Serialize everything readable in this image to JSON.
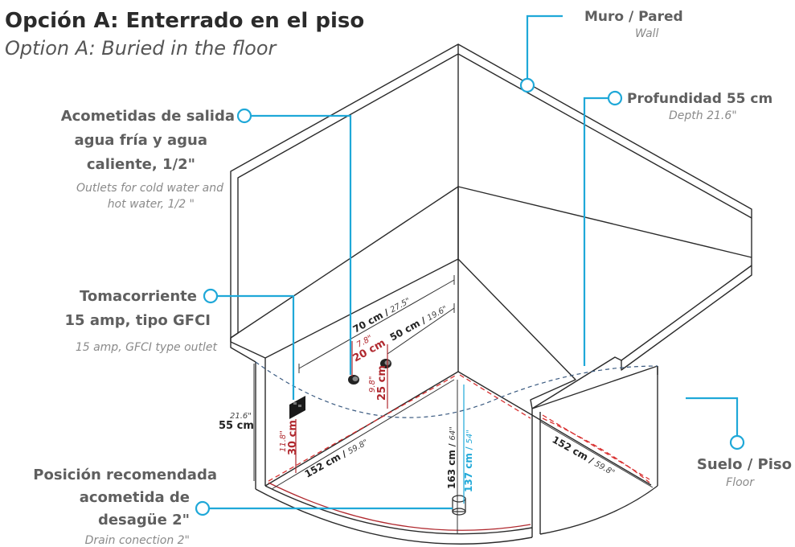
{
  "title": {
    "main": "Opción A: Enterrado en el piso",
    "sub": "Option A: Buried in the floor"
  },
  "callouts": {
    "wall": {
      "es": "Muro / Pared",
      "en": "Wall"
    },
    "depth": {
      "es": "Profundidad 55 cm",
      "en": "Depth 21.6\""
    },
    "outlets": {
      "es": [
        "Acometidas de salida",
        "agua fría y agua",
        "caliente, 1/2\""
      ],
      "en": [
        "Outlets for cold water and",
        "hot water, 1/2 \""
      ]
    },
    "gfci": {
      "es": [
        "Tomacorriente",
        "15 amp, tipo GFCI"
      ],
      "en": "15 amp, GFCI type outlet"
    },
    "floor": {
      "es": "Suelo / Piso",
      "en": "Floor"
    },
    "drain": {
      "es": [
        "Posición recomendada",
        "acometida de",
        "desagüe 2\""
      ],
      "en": "Drain conection 2\""
    }
  },
  "dimensions": {
    "d70": {
      "cm": "70 cm",
      "sep": " / ",
      "in": "27.5\""
    },
    "d50": {
      "cm": "50 cm",
      "sep": " / ",
      "in": "19.6\""
    },
    "d20": {
      "in": "7.8\"",
      "cm": "20 cm"
    },
    "d25": {
      "in": "9.8\"",
      "cm": "25 cm"
    },
    "d30": {
      "in": "11.8\"",
      "cm": "30 cm"
    },
    "d55": {
      "in": "21.6\"",
      "cm": "55 cm"
    },
    "d152_left": {
      "cm": "152 cm",
      "sep": " / ",
      "in": "59.8\""
    },
    "d152_right": {
      "cm": "152 cm",
      "sep": " / ",
      "in": "59.8\""
    },
    "d163": {
      "cm": "163 cm",
      "sep": " / ",
      "in": "64\""
    },
    "d137": {
      "cm": "137 cm",
      "sep": " / ",
      "in": "54\""
    }
  },
  "colors": {
    "callout": "#1fa8d8",
    "red_dim": "#b0282e",
    "outline": "#2a2a2a",
    "title": "#2b2b2b",
    "label": "#5f5f5f"
  }
}
